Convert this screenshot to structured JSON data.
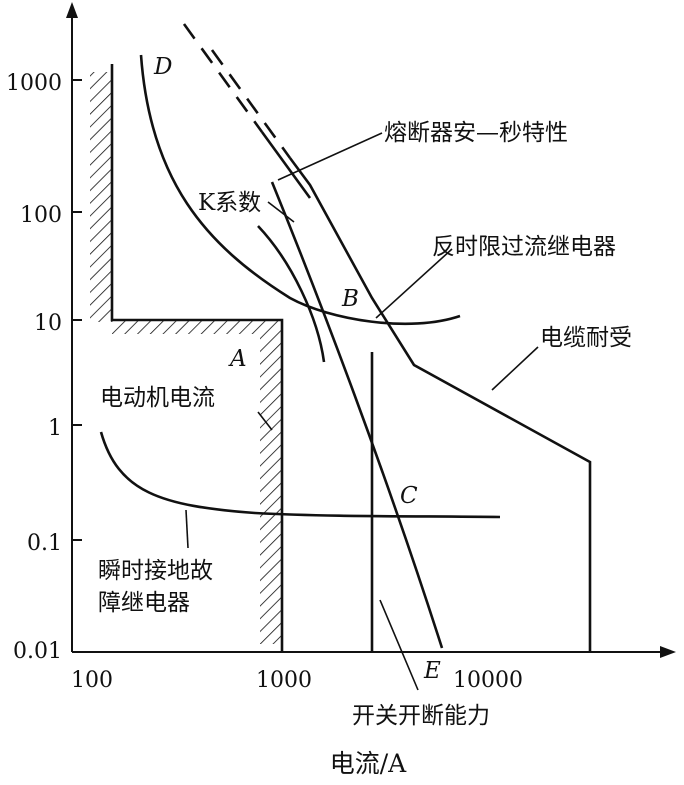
{
  "y_ticks": [
    "1000",
    "100",
    "10",
    "1",
    "0.1",
    "0.01"
  ],
  "x_ticks": [
    "100",
    "1000",
    "10000"
  ],
  "x_axis_label": "电流/A",
  "labels": {
    "fuse": "熔断器安—秒特性",
    "k_factor": "K系数",
    "inverse_relay": "反时限过流继电器",
    "cable": "电缆耐受",
    "motor_current": "电动机电流",
    "ground_relay_line1": "瞬时接地故",
    "ground_relay_line2": "障继电器",
    "breaking_capacity": "开关开断能力"
  },
  "points": {
    "A": "A",
    "B": "B",
    "C": "C",
    "D": "D",
    "E": "E"
  },
  "colors": {
    "ink": "#111111",
    "background": "#ffffff"
  }
}
